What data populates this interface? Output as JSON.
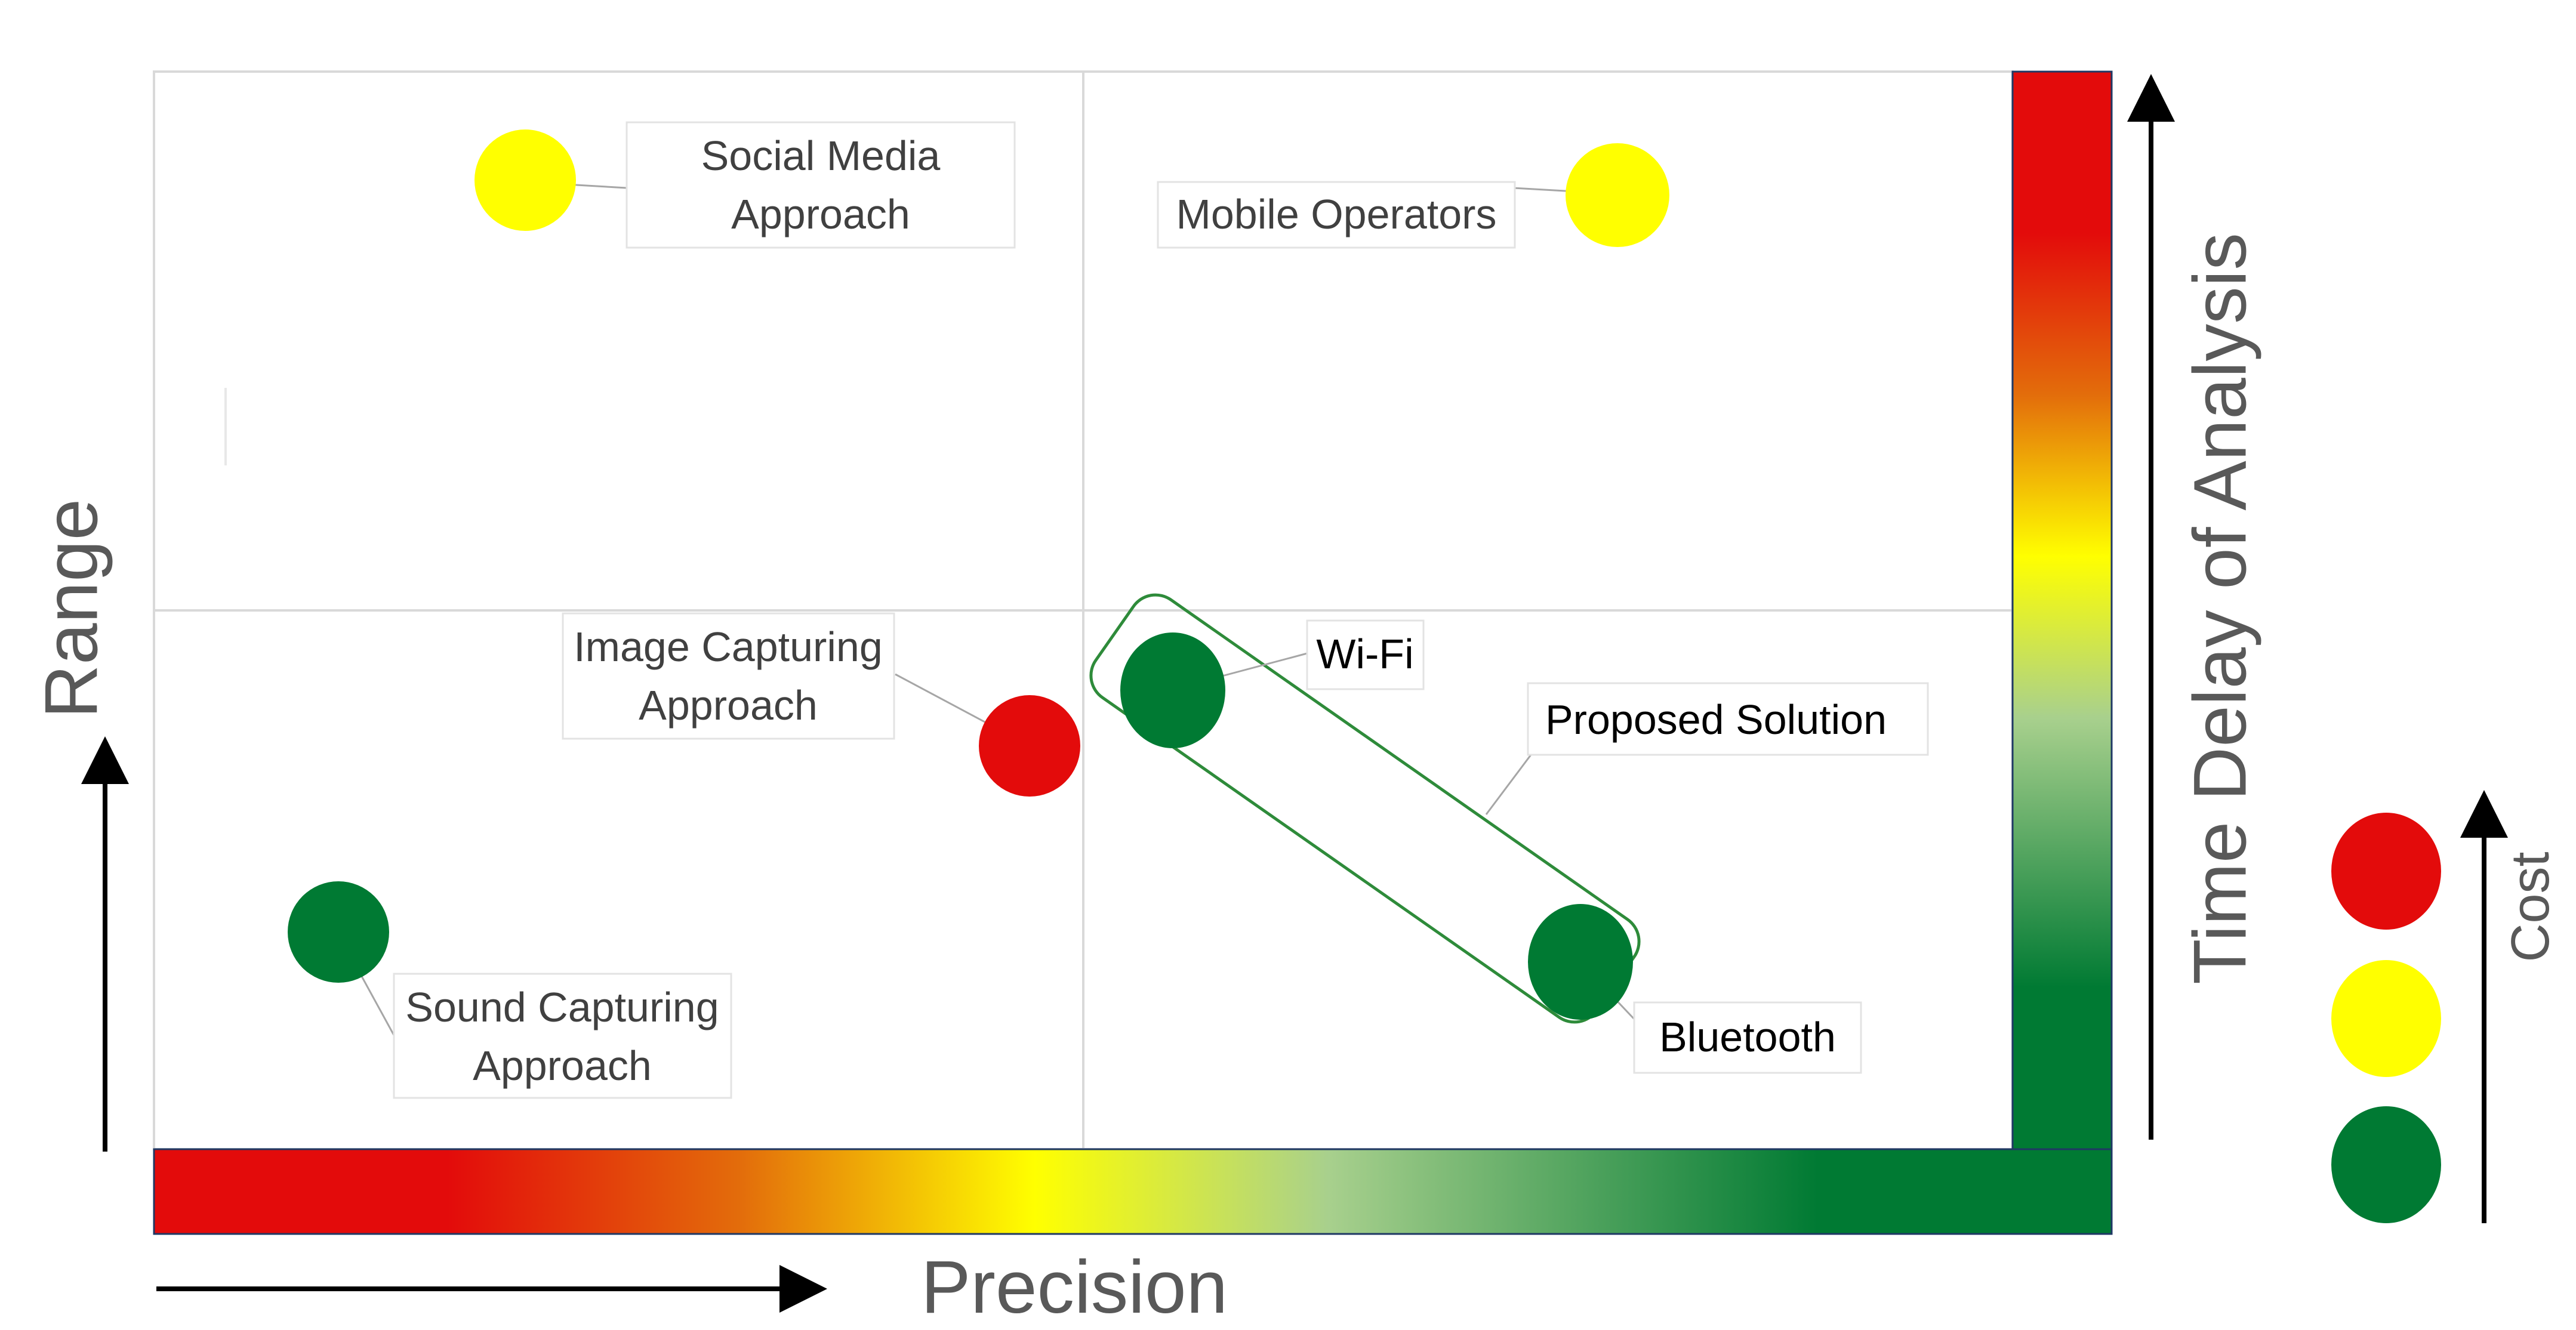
{
  "axes": {
    "x_label": "Precision",
    "y_label": "Range",
    "right_label": "Time Delay of Analysis",
    "cost_label": "Cost"
  },
  "gradient_colors": {
    "red": "#E30B0B",
    "orange": "#E36D0B",
    "yellow": "#FFFF00",
    "light_green": "#A8D08D",
    "dark_green": "#007A33"
  },
  "items": [
    {
      "id": "social-media",
      "color": "#FFFF00",
      "label_lines": [
        "Social Media",
        "Approach"
      ]
    },
    {
      "id": "mobile-operators",
      "color": "#FFFF00",
      "label_lines": [
        "Mobile Operators"
      ]
    },
    {
      "id": "image-capturing",
      "color": "#E30B0B",
      "label_lines": [
        "Image Capturing",
        "Approach"
      ]
    },
    {
      "id": "wifi",
      "color": "#007A33",
      "label_lines": [
        "Wi-Fi"
      ]
    },
    {
      "id": "bluetooth",
      "color": "#007A33",
      "label_lines": [
        "Bluetooth"
      ]
    },
    {
      "id": "sound-capturing",
      "color": "#007A33",
      "label_lines": [
        "Sound Capturing",
        "Approach"
      ]
    }
  ],
  "proposed_solution": {
    "label": "Proposed Solution",
    "color": "#2E8B3A"
  },
  "cost_legend": [
    {
      "level": "high",
      "color": "#E30B0B"
    },
    {
      "level": "medium",
      "color": "#FFFF00"
    },
    {
      "level": "low",
      "color": "#007A33"
    }
  ]
}
